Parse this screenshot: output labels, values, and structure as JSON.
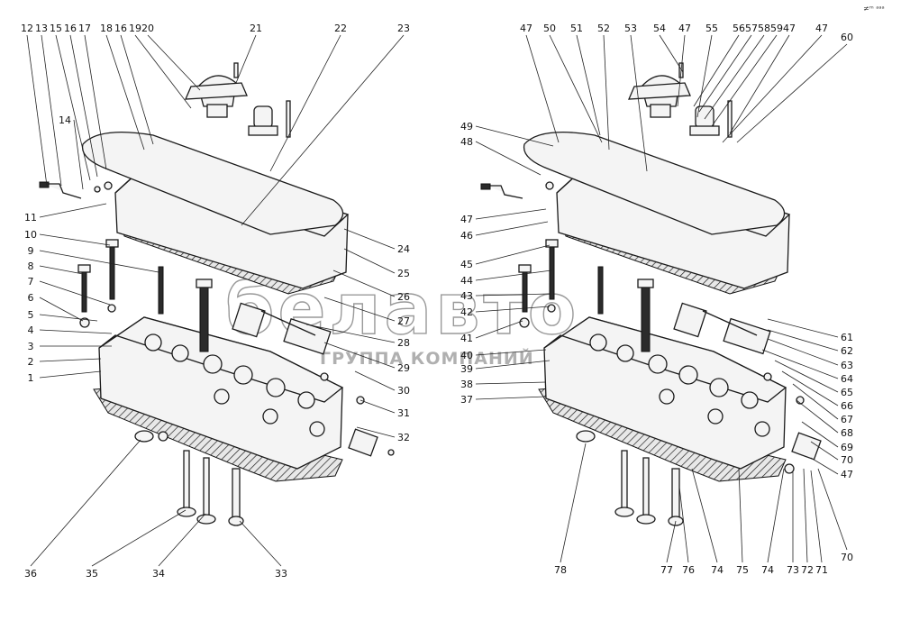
{
  "watermark": {
    "brand": "белавто",
    "subtitle": "ГРУППА КОМПАНИЙ"
  },
  "corner_mark": "≠ᵐ ᵃᵃᵃ",
  "left_labels": [
    "1",
    "2",
    "3",
    "4",
    "5",
    "6",
    "7",
    "8",
    "9",
    "10",
    "11",
    "12",
    "13",
    "14",
    "15",
    "16",
    "17",
    "18",
    "16",
    "19",
    "20",
    "21",
    "22",
    "23",
    "24",
    "25",
    "26",
    "27",
    "28",
    "29",
    "30",
    "31",
    "32",
    "33",
    "34",
    "35",
    "36"
  ],
  "right_labels": [
    "37",
    "38",
    "39",
    "40",
    "41",
    "42",
    "43",
    "44",
    "45",
    "46",
    "47",
    "48",
    "49",
    "47",
    "50",
    "51",
    "52",
    "53",
    "54",
    "47",
    "55",
    "47",
    "56",
    "57",
    "58",
    "59",
    "47",
    "60",
    "61",
    "62",
    "63",
    "64",
    "65",
    "66",
    "67",
    "68",
    "69",
    "70",
    "47",
    "70",
    "71",
    "72",
    "73",
    "74",
    "75",
    "74",
    "76",
    "77",
    "78"
  ]
}
